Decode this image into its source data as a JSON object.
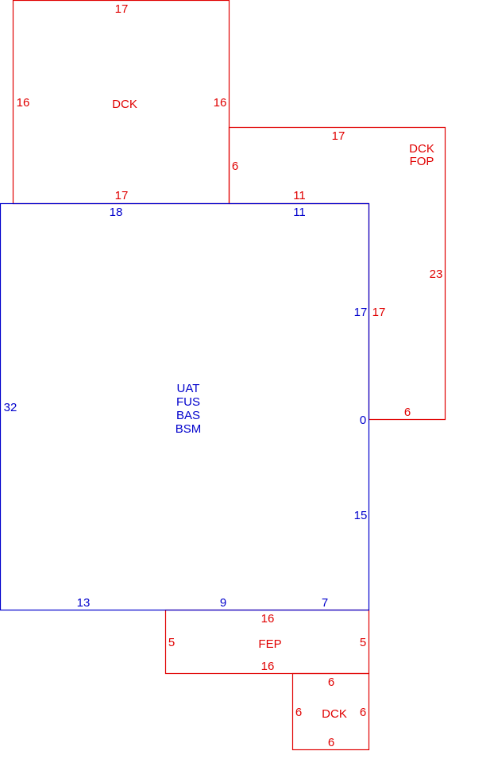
{
  "colors": {
    "secondary": "#e00000",
    "primary": "#0000cc"
  },
  "main_area": {
    "labels": [
      "UAT",
      "FUS",
      "BAS",
      "BSM"
    ],
    "dims": {
      "top": "18",
      "top_right": "11",
      "left": "32",
      "right_upper": "17",
      "right_jog": "0",
      "right_lower": "15",
      "bottom_left": "13",
      "bottom_mid": "9",
      "bottom_right": "7"
    }
  },
  "deck_top": {
    "label": "DCK",
    "dims": {
      "top": "17",
      "left": "16",
      "right": "16",
      "bottom": "17"
    }
  },
  "deck_porch": {
    "labels": [
      "DCK",
      "FOP"
    ],
    "dims": {
      "top": "17",
      "left": "6",
      "lower_left": "11",
      "right": "23",
      "inner": "17",
      "bottom": "6"
    }
  },
  "porch_front": {
    "label": "FEP",
    "dims": {
      "top": "16",
      "left": "5",
      "right": "5",
      "bottom": "16"
    }
  },
  "deck_small": {
    "label": "DCK",
    "dims": {
      "top": "6",
      "left": "6",
      "right": "6",
      "bottom": "6"
    }
  }
}
